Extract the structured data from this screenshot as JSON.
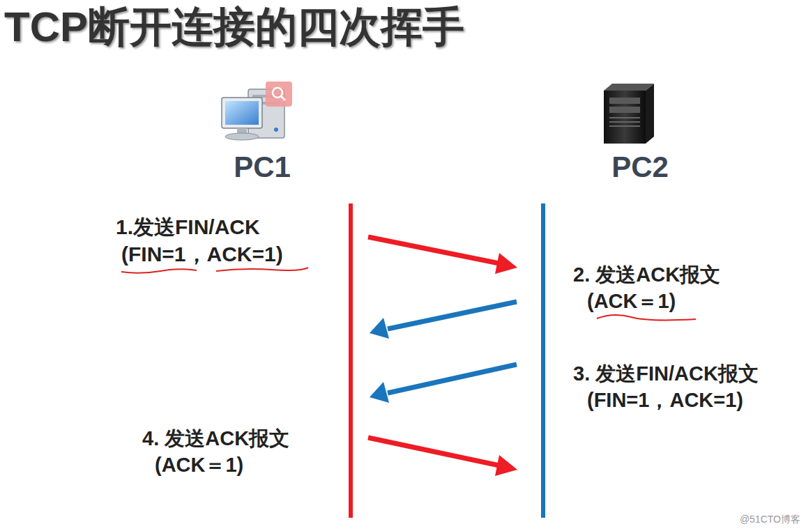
{
  "diagram": {
    "title": "TCP断开连接的四次挥手",
    "labels": [
      "PC1",
      "PC2",
      "1.发送FIN/ACK",
      "(FIN=1，ACK=1)",
      "2. 发送ACK报文",
      "(ACK＝1)",
      "3. 发送FIN/ACK报文",
      "(FIN=1，ACK=1)",
      "4. 发送ACK报文",
      "(ACK＝1)",
      "@51CTO博客"
    ]
  }
}
